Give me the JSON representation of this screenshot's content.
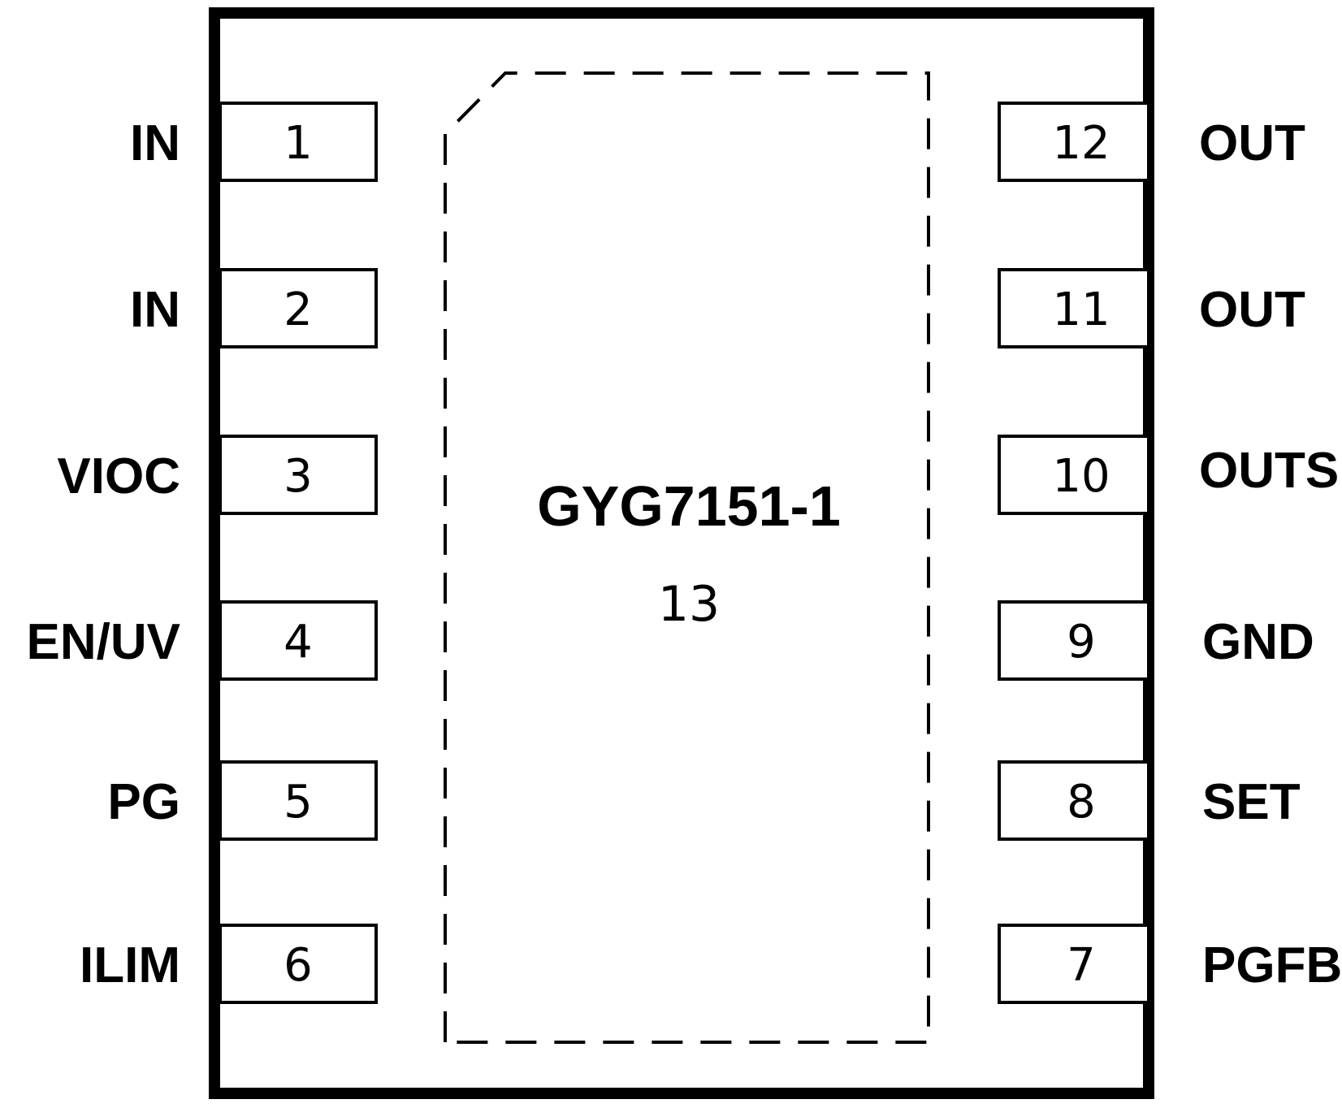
{
  "chip": {
    "name": "GYG7151-1",
    "thermal_pad_number": "13"
  },
  "pins_left": [
    {
      "number": "1",
      "name": "IN"
    },
    {
      "number": "2",
      "name": "IN"
    },
    {
      "number": "3",
      "name": "VIOC"
    },
    {
      "number": "4",
      "name": "EN/UV"
    },
    {
      "number": "5",
      "name": "PG"
    },
    {
      "number": "6",
      "name": "ILIM"
    }
  ],
  "pins_right": [
    {
      "number": "12",
      "name": "OUT"
    },
    {
      "number": "11",
      "name": "OUT"
    },
    {
      "number": "10",
      "name": "OUTS"
    },
    {
      "number": "9",
      "name": "GND"
    },
    {
      "number": "8",
      "name": "SET"
    },
    {
      "number": "7",
      "name": "PGFB"
    }
  ]
}
